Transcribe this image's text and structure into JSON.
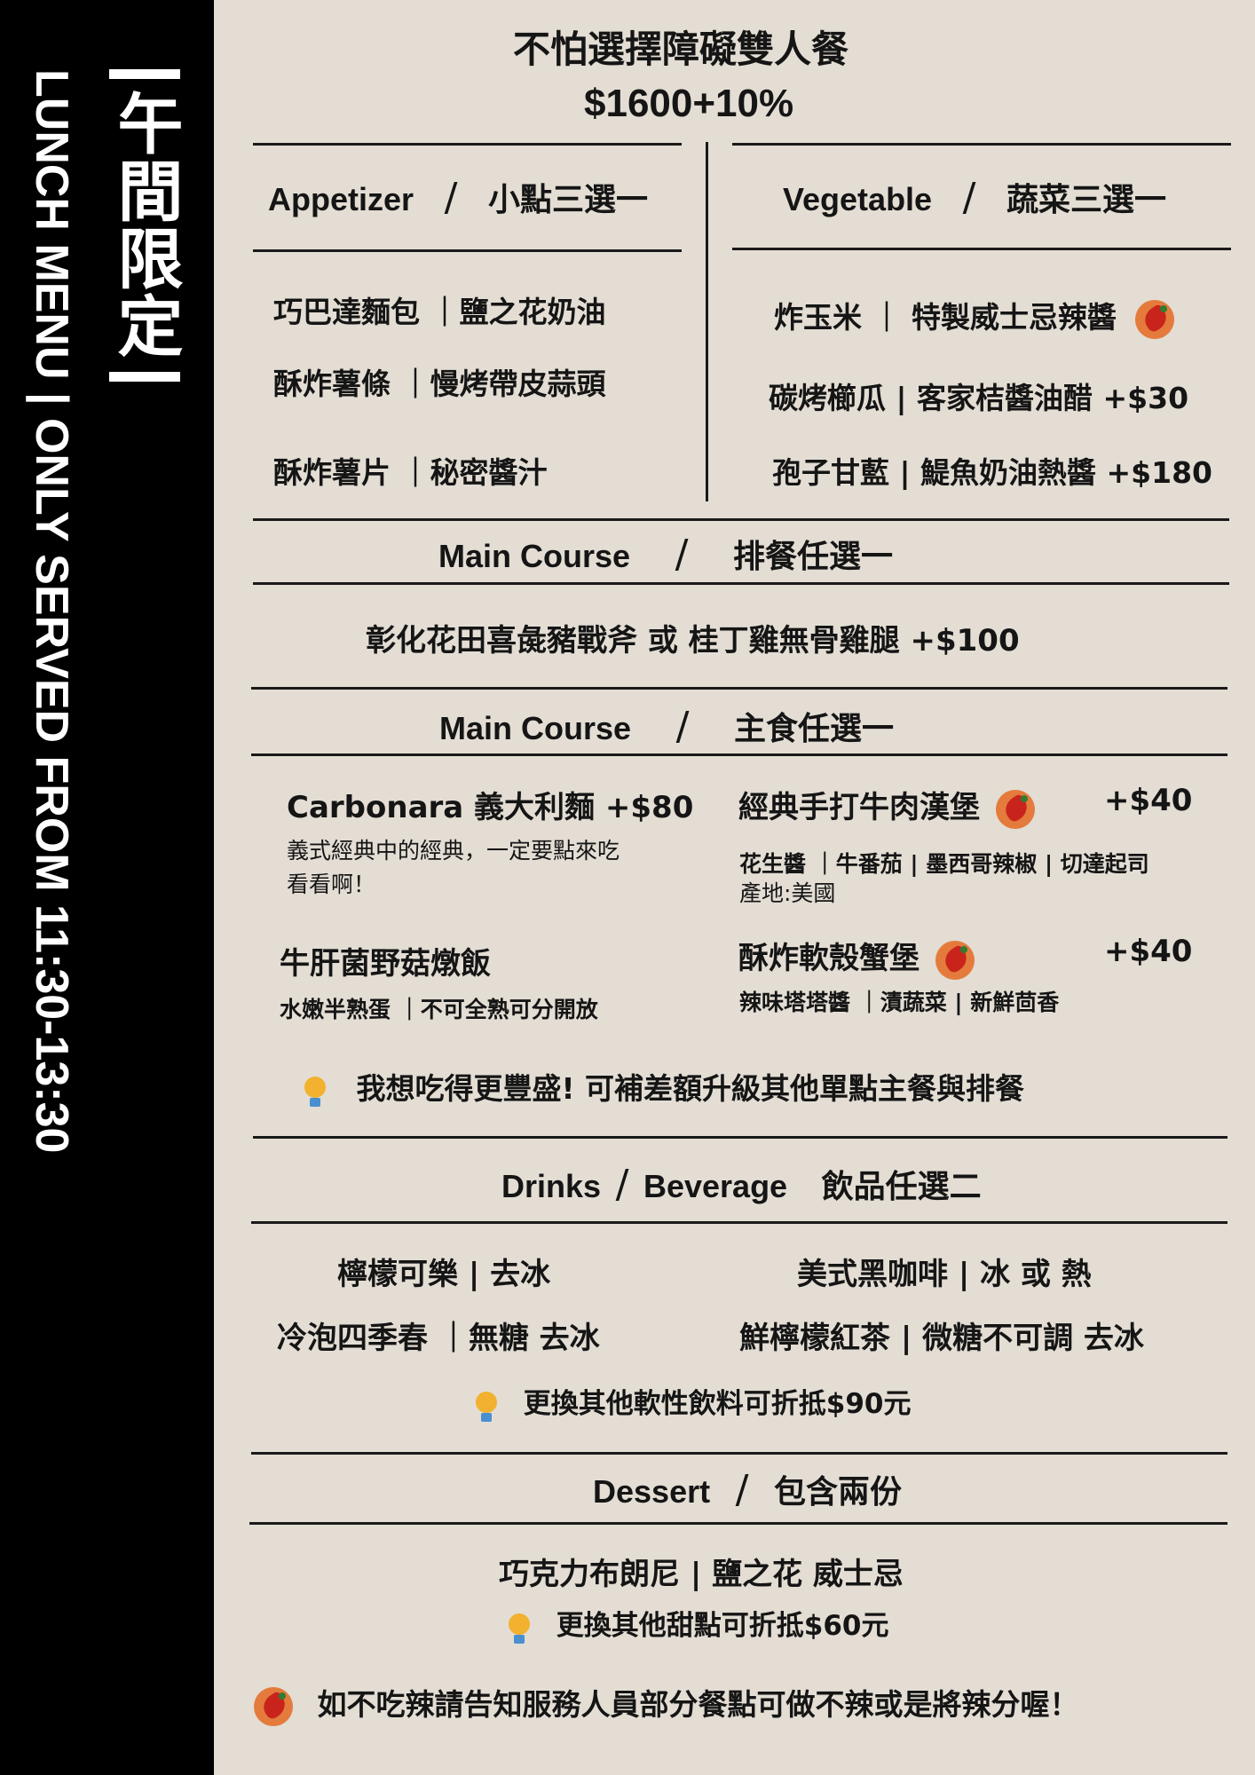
{
  "sidebar": {
    "vertical_en": "LUNCH MENU | ONLY SERVED  FROM 11:30-13:30",
    "vertical_zh": "午間限定"
  },
  "header": {
    "title": "不怕選擇障礙雙人餐",
    "price": "$1600+10%"
  },
  "appetizer": {
    "en": "Appetizer",
    "sep": "/",
    "zh": "小點三選一",
    "items": [
      "巧巴達麵包 ｜鹽之花奶油",
      "酥炸薯條 ｜慢烤帶皮蒜頭",
      "酥炸薯片 ｜秘密醬汁"
    ]
  },
  "vegetable": {
    "en": "Vegetable",
    "sep": "/",
    "zh": "蔬菜三選一",
    "items": [
      "炸玉米 ｜ 特製威士忌辣醬",
      "碳烤櫛瓜 | 客家桔醬油醋 +$30",
      "孢子甘藍 | 鯷魚奶油熱醬 +$180"
    ]
  },
  "main_steak": {
    "en": "Main Course",
    "sep": "/",
    "zh": "排餐任選一",
    "item": "彰化花田喜彘豬戰斧  或  桂丁雞無骨雞腿 +$100"
  },
  "main_staple": {
    "en": "Main Course",
    "sep": "/",
    "zh": "主食任選一",
    "carbonara": {
      "name": "Carbonara 義大利麵 +$80",
      "desc_line1": "義式經典中的經典，一定要點來吃",
      "desc_line2": "看看啊！"
    },
    "risotto": {
      "name": "牛肝菌野菇燉飯",
      "desc": "水嫩半熟蛋 ｜不可全熟可分開放"
    },
    "burger": {
      "name": "經典手打牛肉漢堡",
      "price": "+$40",
      "desc": "花生醬 ｜牛番茄 | 墨西哥辣椒 | 切達起司",
      "origin": "產地:美國"
    },
    "crab_burger": {
      "name": "酥炸軟殼蟹堡",
      "price": "+$40",
      "desc": "辣味塔塔醬 ｜漬蔬菜 | 新鮮茴香"
    },
    "upgrade_tip": "我想吃得更豐盛! 可補差額升級其他單點主餐與排餐"
  },
  "drinks": {
    "en_a": "Drinks",
    "sep": "/",
    "en_b": "Beverage",
    "zh": "飲品任選二",
    "items": [
      "檸檬可樂 | 去冰",
      "美式黑咖啡 | 冰 或 熱",
      "冷泡四季春 ｜無糖  去冰",
      "鮮檸檬紅茶 | 微糖不可調  去冰"
    ],
    "tip": "更換其他軟性飲料可折抵$90元"
  },
  "dessert": {
    "en": "Dessert",
    "sep": "/",
    "zh": "包含兩份",
    "item": "巧克力布朗尼 | 鹽之花 威士忌",
    "tip": "更換其他甜點可折抵$60元"
  },
  "footer_note": "如不吃辣請告知服務人員部分餐點可做不辣或是將辣分喔！",
  "icons": {
    "spicy": "chili-icon",
    "tip": "lightbulb-icon"
  },
  "colors": {
    "background": "#e3ddd4",
    "sidebar": "#000000",
    "text": "#151515",
    "chili_badge": "#e47b3c",
    "bulb": "#f2b12e"
  }
}
